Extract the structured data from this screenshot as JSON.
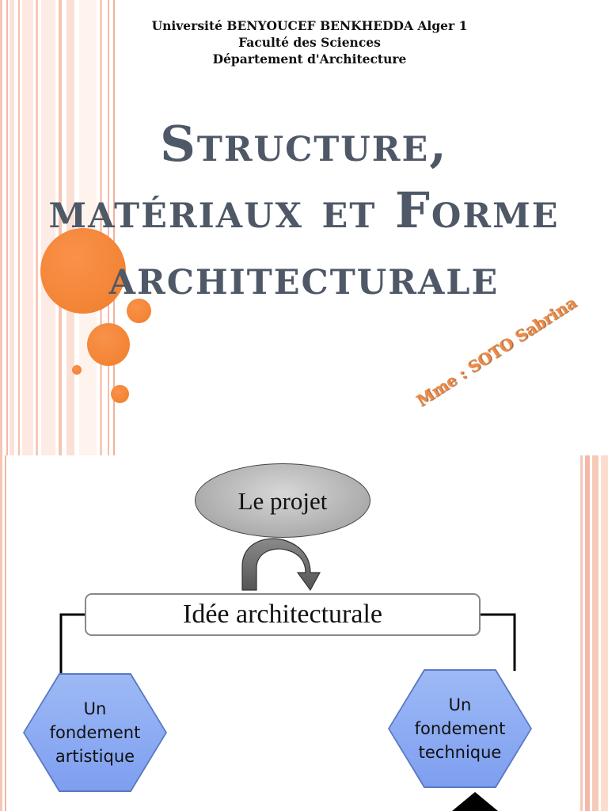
{
  "slide1": {
    "header": {
      "line1": "Université BENYOUCEF BENKHEDDA Alger 1",
      "line2": "Faculté des Sciences",
      "line3": "Département d'Architecture"
    },
    "title": {
      "line1": "Structure,",
      "line2": "matériaux et Forme",
      "line3": "architecturale"
    },
    "author": "Mme : SOTO Sabrina",
    "colors": {
      "title": "#4e5867",
      "accent": "#f07e2c",
      "stripe": "#f7c4b2"
    }
  },
  "slide2": {
    "top_node": "Le projet",
    "main_node": "Idée architecturale",
    "left_node": "Un fondement artistique",
    "right_node": "Un fondement technique",
    "colors": {
      "hexagon": "#8eaef2",
      "ellipse": "#b8b8b8"
    }
  }
}
